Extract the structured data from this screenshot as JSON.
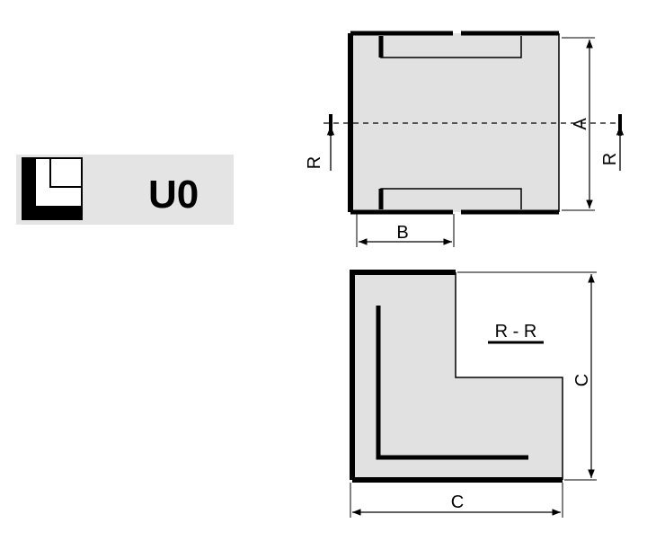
{
  "badge": {
    "code": "U0",
    "background": "#e4e4e4",
    "icon": "corner-profile-icon"
  },
  "top_view": {
    "dimension_a": "A",
    "dimension_b": "B",
    "section_left": "R",
    "section_right": "R"
  },
  "section_view": {
    "title": "R - R",
    "dimension_width": "C",
    "dimension_height": "C"
  },
  "colors": {
    "fill": "#e1e1e1",
    "line": "#000000"
  }
}
